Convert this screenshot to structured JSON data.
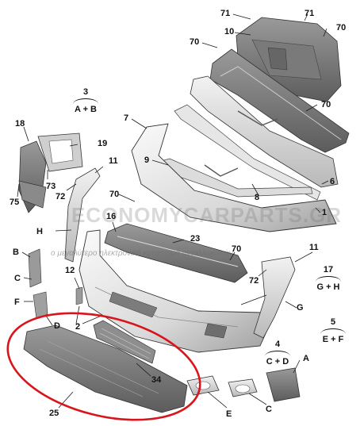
{
  "watermark": {
    "title": "ECONOMYCARPARTS.GR",
    "subtitle": "ο μεγαλύτερο ηλεκτρονικό κατάστημα ανταλλακτικών"
  },
  "callouts": {
    "n71a": "71",
    "n71b": "71",
    "n10": "10",
    "n70_top_right": "70",
    "n70_top": "70",
    "n70_grille": "70",
    "n7": "7",
    "n9": "9",
    "n6": "6",
    "n8": "8",
    "n1": "1",
    "n18": "18",
    "n19": "19",
    "n73": "73",
    "n72_left": "72",
    "n11_left": "11",
    "n75": "75",
    "nH": "H",
    "n70_mid": "70",
    "n16": "16",
    "n23": "23",
    "n70_beam": "70",
    "n11_right": "11",
    "n72_right": "72",
    "nB": "B",
    "nC_left": "C",
    "n12": "12",
    "nF": "F",
    "nD": "D",
    "n2": "2",
    "nG": "G",
    "n34": "34",
    "nA": "A",
    "nE": "E",
    "nC_bottom": "C",
    "n25": "25"
  },
  "groups": [
    {
      "id": "3",
      "detail": "A + B"
    },
    {
      "id": "17",
      "detail": "G + H"
    },
    {
      "id": "5",
      "detail": "E + F"
    },
    {
      "id": "4",
      "detail": "C + D"
    }
  ],
  "colors": {
    "highlight_ring": "#d9151b",
    "line": "#1a1a1a"
  }
}
